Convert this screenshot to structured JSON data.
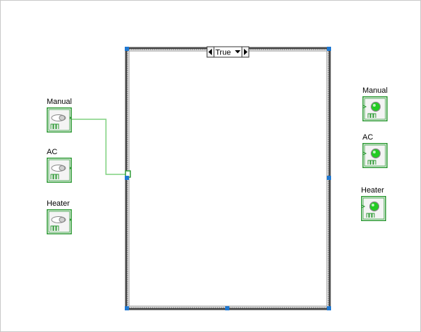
{
  "diagram": {
    "case_structure": {
      "selector_value": "True",
      "frame_color": "#4a4a4a",
      "handle_color": "#1e78d2"
    },
    "controls": [
      {
        "label": "Manual",
        "type": "boolean-control",
        "icon": "toggle-switch-icon",
        "wired": true
      },
      {
        "label": "AC",
        "type": "boolean-control",
        "icon": "toggle-switch-icon",
        "wired": false
      },
      {
        "label": "Heater",
        "type": "boolean-control",
        "icon": "toggle-switch-icon",
        "wired": false
      }
    ],
    "indicators": [
      {
        "label": "Manual",
        "type": "boolean-indicator",
        "icon": "led-indicator-icon"
      },
      {
        "label": "AC",
        "type": "boolean-indicator",
        "icon": "led-indicator-icon"
      },
      {
        "label": "Heater",
        "type": "boolean-indicator",
        "icon": "led-indicator-icon"
      }
    ],
    "colors": {
      "terminal_green": "#2e9a35",
      "wire_green": "#7fd07f",
      "led_green": "#22cc22"
    }
  }
}
